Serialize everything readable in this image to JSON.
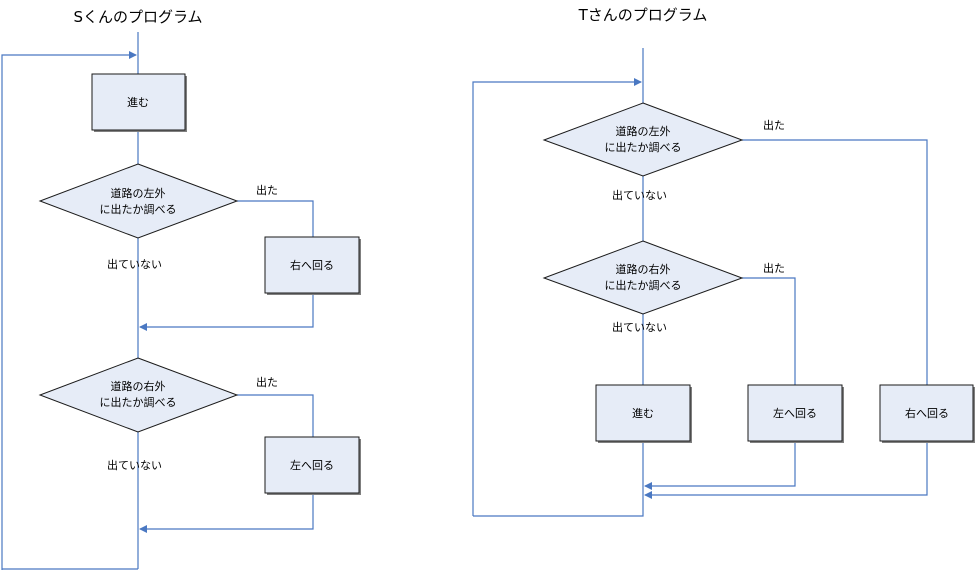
{
  "colors": {
    "connector": "#4a78c2",
    "shape_fill": "#e6ecf7",
    "shape_stroke": "#1a1a1a",
    "text": "#111111"
  },
  "diagrams": [
    {
      "title": "Sくんのプログラム",
      "nodes": {
        "advance": "進む",
        "check_left": [
          "道路の左外",
          "に出たか調べる"
        ],
        "turn_right": "右へ回る",
        "check_right": [
          "道路の右外",
          "に出たか調べる"
        ],
        "turn_left": "左へ回る"
      },
      "labels": {
        "yes_1": "出た",
        "no_1": "出ていない",
        "yes_2": "出た",
        "no_2": "出ていない"
      }
    },
    {
      "title": "Tさんのプログラム",
      "nodes": {
        "check_left": [
          "道路の左外",
          "に出たか調べる"
        ],
        "check_right": [
          "道路の右外",
          "に出たか調べる"
        ],
        "advance": "進む",
        "turn_left": "左へ回る",
        "turn_right": "右へ回る"
      },
      "labels": {
        "yes_1": "出た",
        "no_1": "出ていない",
        "yes_2": "出た",
        "no_2": "出ていない"
      }
    }
  ]
}
